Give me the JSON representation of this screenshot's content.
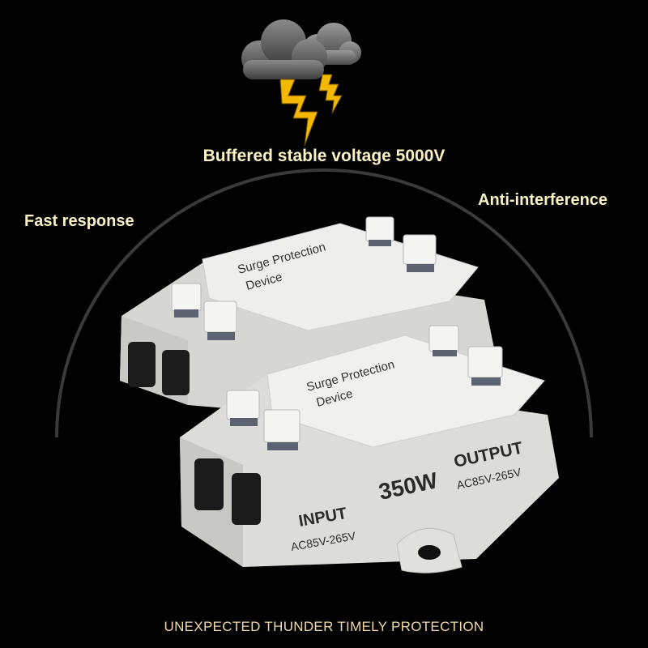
{
  "labels": {
    "top": "Buffered stable voltage 5000V",
    "left": "Fast response",
    "right": "Anti-interference",
    "bottom": "UNEXPECTED THUNDER  TIMELY PROTECTION"
  },
  "device": {
    "name_line1": "Surge Protection",
    "name_line2": "Device",
    "power": "350W",
    "input_label": "INPUT",
    "input_range": "AC85V-265V",
    "output_label": "OUTPUT",
    "output_range": "AC85V-265V"
  },
  "icons": [
    "storm-cloud-icon",
    "lightning-bolt-icon"
  ],
  "colors": {
    "background": "#000000",
    "text": "#fbf3c4",
    "bolt": "#f5b800",
    "device": "#e9e9e7"
  }
}
